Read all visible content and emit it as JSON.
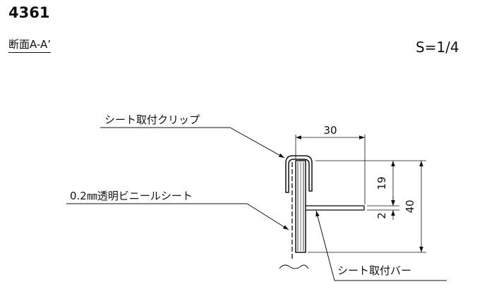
{
  "header": {
    "drawing_number": "4361",
    "section_label": "断面A-A’",
    "scale": "S=1/4"
  },
  "callouts": {
    "clip": "シート取付クリップ",
    "sheet": "0.2㎜透明ビニールシート",
    "bar": "シート取付バー"
  },
  "dimensions": {
    "width": "30",
    "upper_height": "19",
    "bar_thickness": "2",
    "total_height": "40"
  }
}
